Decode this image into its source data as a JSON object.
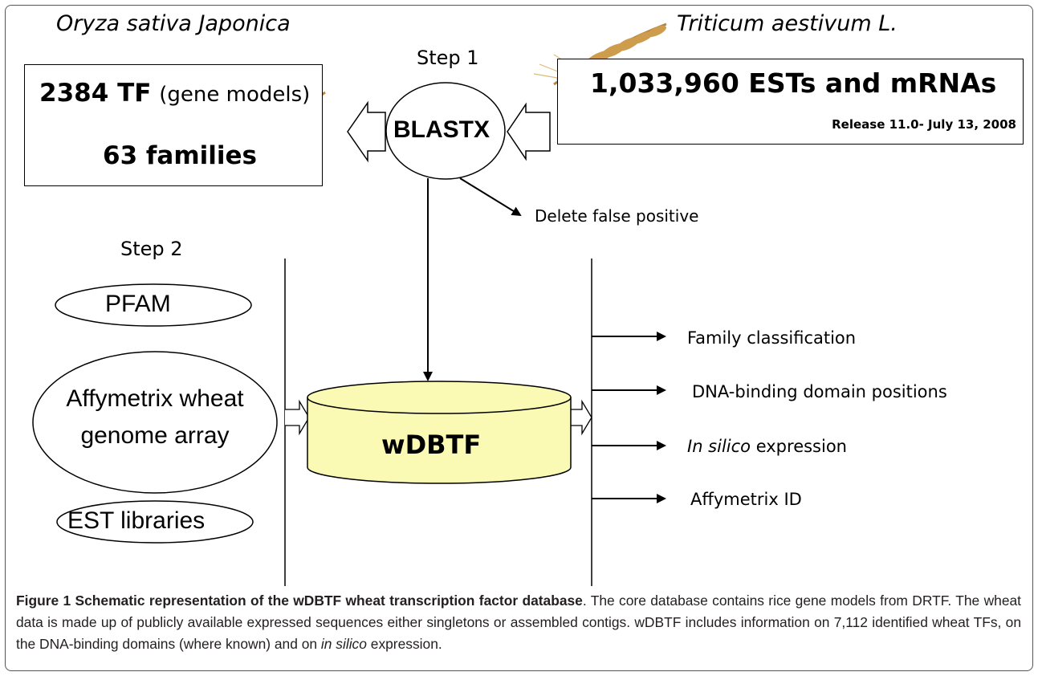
{
  "diagram": {
    "rice_species": "Oryza sativa Japonica",
    "wheat_species": "Triticum aestivum L.",
    "step1_label": "Step 1",
    "step2_label": "Step 2",
    "rice_box": {
      "tf_count": "2384 TF",
      "tf_note": "(gene models)",
      "families": "63 families"
    },
    "wheat_box": {
      "ests": "1,033,960 ESTs and mRNAs",
      "release": "Release 11.0- July 13, 2008"
    },
    "blastx": "BLASTX",
    "delete_false_positive": "Delete false positive",
    "sources": {
      "pfam": "PFAM",
      "affy_line1": "Affymetrix wheat",
      "affy_line2": "genome array",
      "est_libraries": "EST libraries"
    },
    "database": "wDBTF",
    "outputs": {
      "family_classification": "Family classification",
      "dna_binding": "DNA-binding domain positions",
      "in_silico_italic": "In silico",
      "in_silico_rest": " expression",
      "affymetrix_id": "Affymetrix ID"
    }
  },
  "caption": {
    "figure_label": "Figure 1 Schematic representation of the wDBTF wheat transcription factor database",
    "text_part1": ". The core database contains rice gene models from DRTF. The wheat data is made up of publicly available expressed sequences either singletons or assembled contigs. wDBTF includes information on 7,112 identified wheat TFs, on the DNA-binding domains (where known) and on ",
    "text_italic": "in silico",
    "text_part2": " expression."
  },
  "colors": {
    "database_fill": "#fafab4",
    "wheat_gold": "#c8923a"
  }
}
